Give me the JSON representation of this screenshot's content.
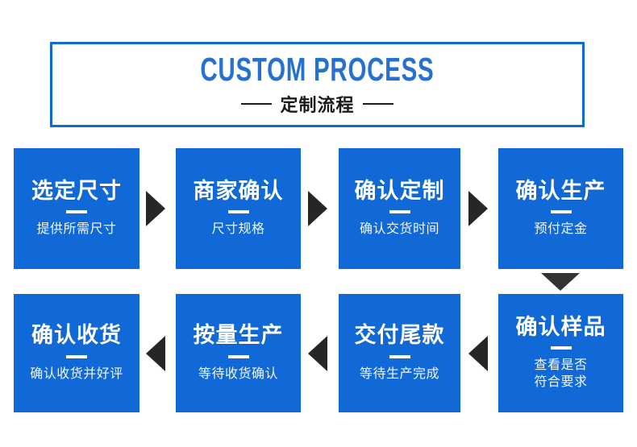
{
  "header": {
    "title_en": "CUSTOM PROCESS",
    "title_cn": "定制流程",
    "border_color": "#1069d6",
    "title_color": "#2670d0",
    "subtitle_color": "#1a1a1a"
  },
  "theme": {
    "box_color": "#1069d6",
    "box_text_color": "#ffffff",
    "arrow_color": "#262626",
    "background": "#ffffff"
  },
  "steps": [
    {
      "index": 1,
      "title": "选定尺寸",
      "desc": "提供所需尺寸",
      "desc_line2": ""
    },
    {
      "index": 2,
      "title": "商家确认",
      "desc": "尺寸规格",
      "desc_line2": ""
    },
    {
      "index": 3,
      "title": "确认定制",
      "desc": "确认交货时间",
      "desc_line2": ""
    },
    {
      "index": 4,
      "title": "确认生产",
      "desc": "预付定金",
      "desc_line2": ""
    },
    {
      "index": 5,
      "title": "确认样品",
      "desc": "查看是否",
      "desc_line2": "符合要求"
    },
    {
      "index": 6,
      "title": "交付尾款",
      "desc": "等待生产完成",
      "desc_line2": ""
    },
    {
      "index": 7,
      "title": "按量生产",
      "desc": "等待收货确认",
      "desc_line2": ""
    },
    {
      "index": 8,
      "title": "确认收货",
      "desc": "确认收货并好评",
      "desc_line2": ""
    }
  ],
  "arrows": [
    {
      "name": "arrow-step1-to-step2",
      "direction": "right"
    },
    {
      "name": "arrow-step2-to-step3",
      "direction": "right"
    },
    {
      "name": "arrow-step3-to-step4",
      "direction": "right"
    },
    {
      "name": "arrow-step4-to-step5",
      "direction": "down"
    },
    {
      "name": "arrow-step5-to-step6",
      "direction": "left"
    },
    {
      "name": "arrow-step6-to-step7",
      "direction": "left"
    },
    {
      "name": "arrow-step7-to-step8",
      "direction": "left"
    }
  ]
}
